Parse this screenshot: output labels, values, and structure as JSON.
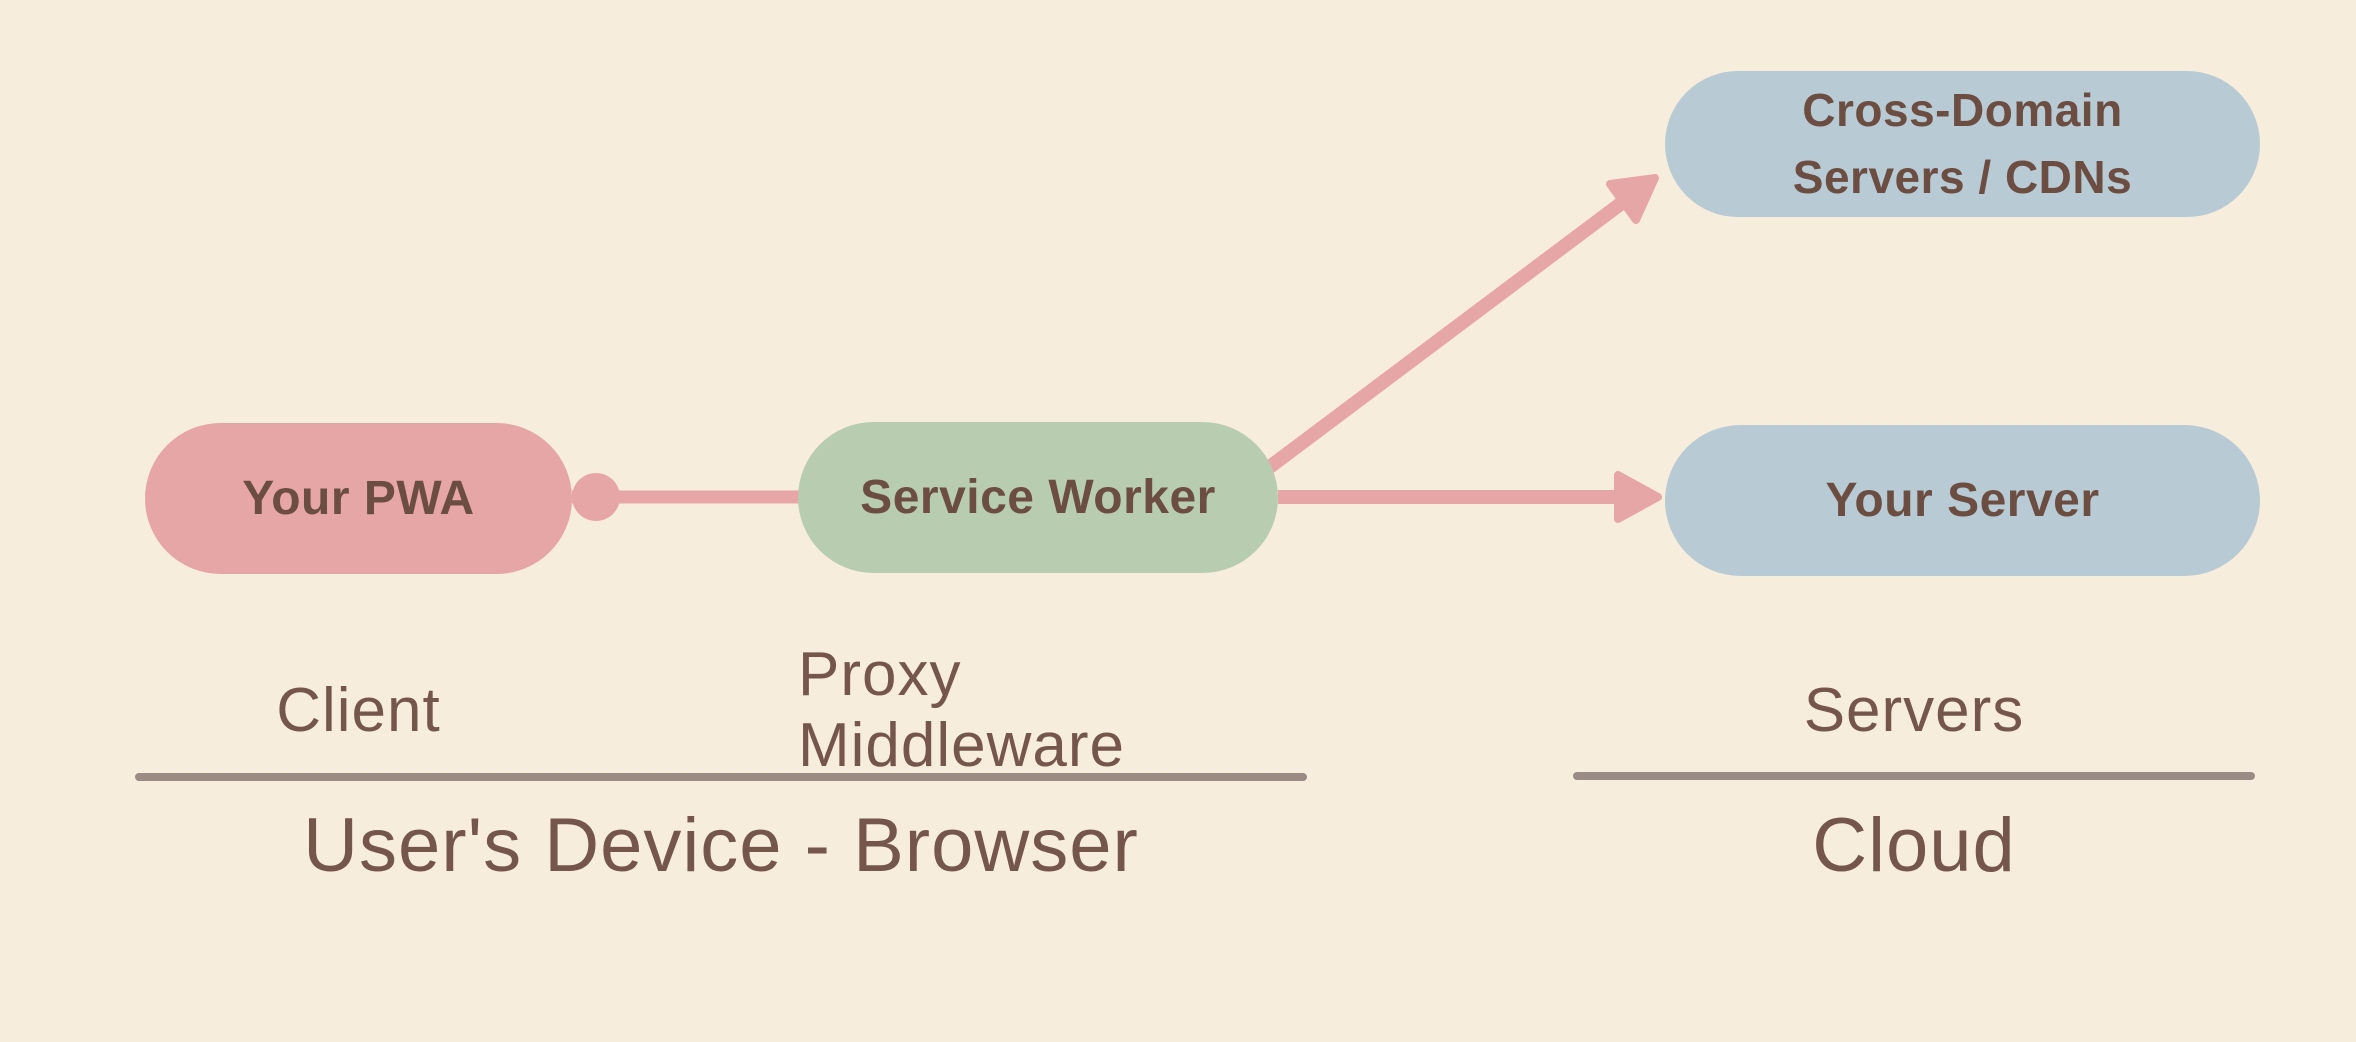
{
  "diagram": {
    "background_color": "#f7eddc",
    "accent_arrow_color": "#e7a6a6",
    "separator_color": "#9a8b85",
    "node_text_color": "#6b4d42",
    "label_text_color": "#75564b",
    "nodes": [
      {
        "id": "your-pwa",
        "label": "Your PWA",
        "color": "#e7a6a6"
      },
      {
        "id": "service-worker",
        "label": "Service Worker",
        "color": "#b8cdb0"
      },
      {
        "id": "cross-domain-servers",
        "label": "Cross-Domain Servers / CDNs",
        "line1": "Cross-Domain",
        "line2": "Servers / CDNs",
        "color": "#b8cbd5"
      },
      {
        "id": "your-server",
        "label": "Your Server",
        "color": "#b8cbd5"
      }
    ],
    "edges": [
      {
        "from": "your-pwa",
        "to": "service-worker",
        "style": "line-with-dot"
      },
      {
        "from": "service-worker",
        "to": "cross-domain-servers",
        "style": "arrow"
      },
      {
        "from": "service-worker",
        "to": "your-server",
        "style": "arrow"
      }
    ],
    "sublabels": {
      "client": "Client",
      "proxy": "Proxy Middleware",
      "servers": "Servers"
    },
    "groups": {
      "device": "User's Device - Browser",
      "cloud": "Cloud"
    }
  }
}
